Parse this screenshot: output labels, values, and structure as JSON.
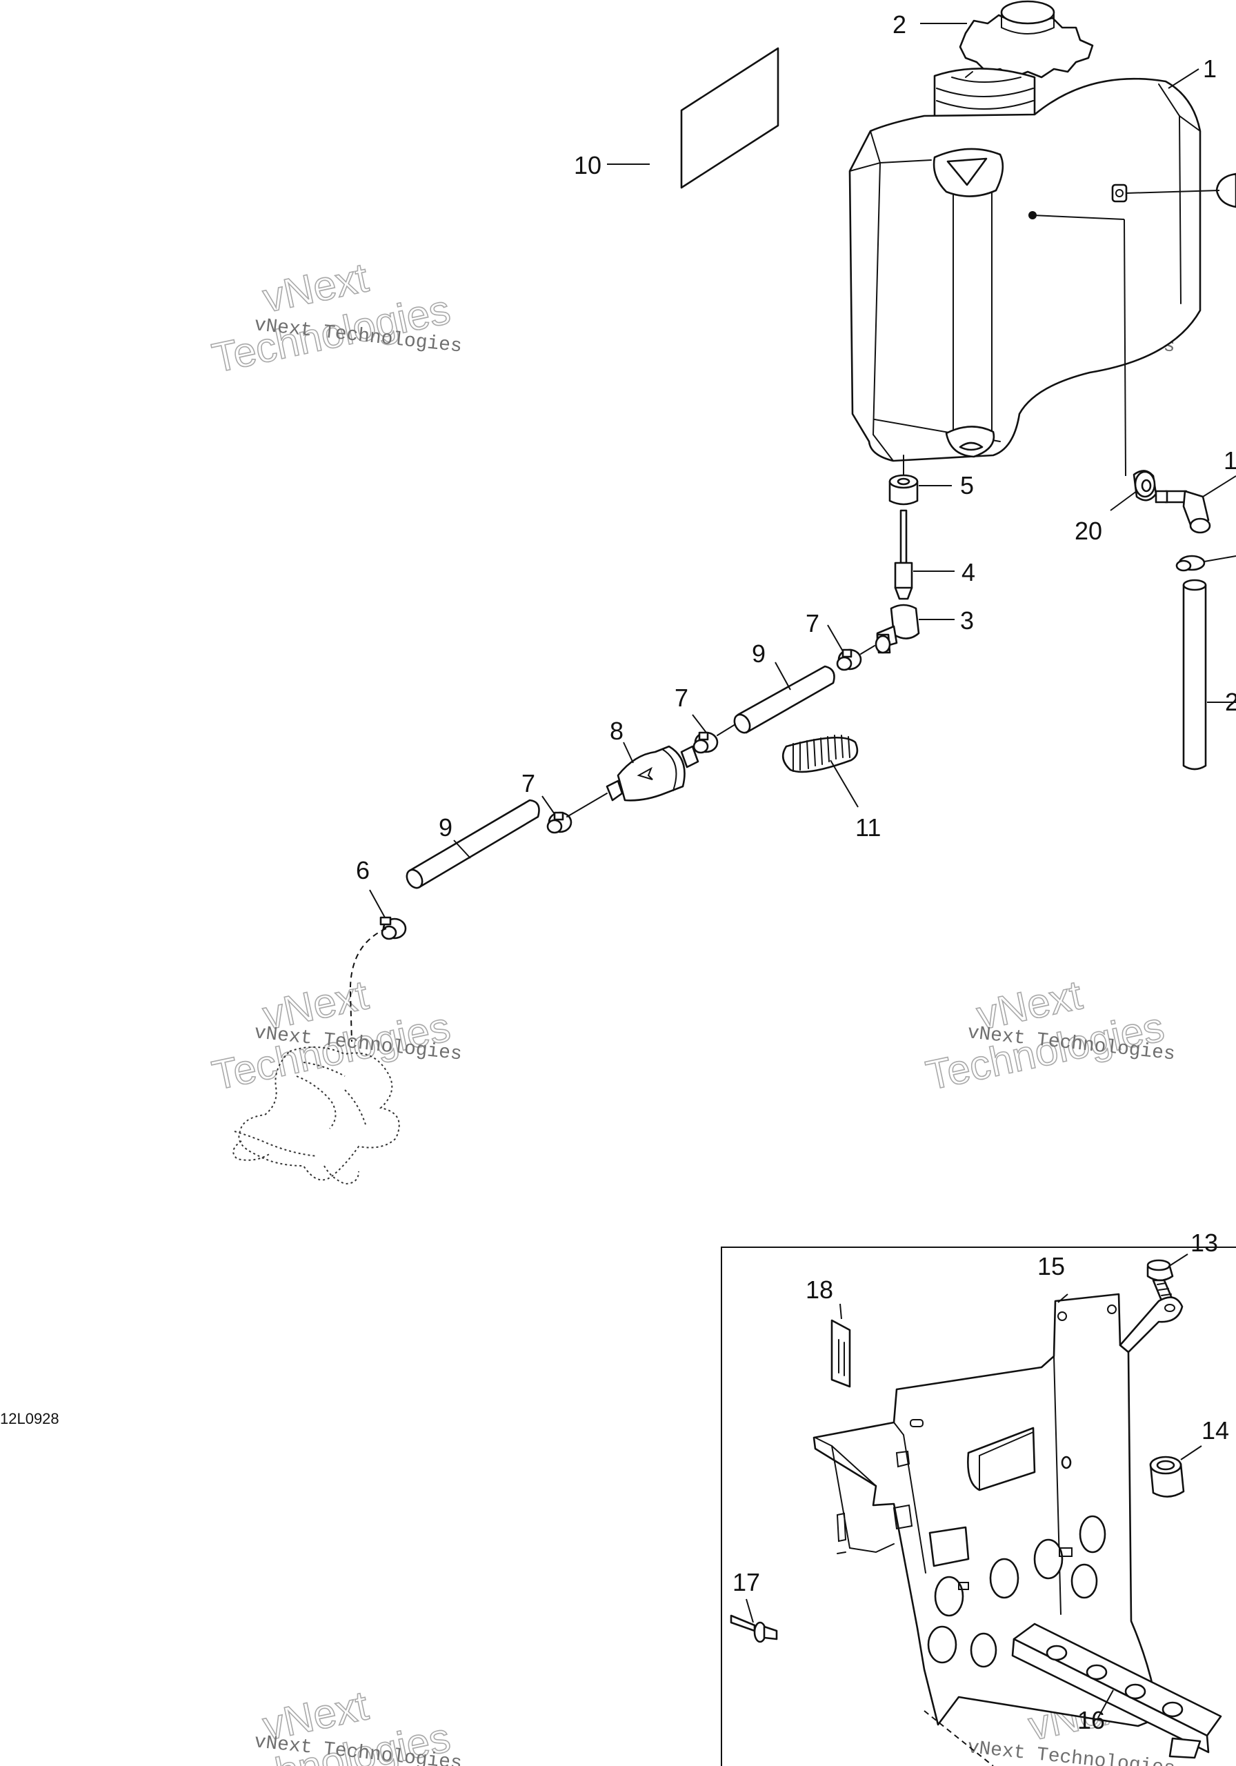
{
  "figure_code": "12L0928",
  "callouts": {
    "c1": "1",
    "c2": "2",
    "c3": "3",
    "c4": "4",
    "c5": "5",
    "c6": "6",
    "c7a": "7",
    "c7b": "7",
    "c7c": "7",
    "c8": "8",
    "c9a": "9",
    "c9b": "9",
    "c10": "10",
    "c11": "11",
    "c13": "13",
    "c14": "14",
    "c15": "15",
    "c16": "16",
    "c17": "17",
    "c18": "18",
    "c19": "1",
    "c20": "20",
    "c21": "2"
  },
  "watermarks": {
    "line1": "vNext Technologies",
    "line2a": "vNext",
    "line2b": "Technologies"
  },
  "colors": {
    "line": "#111111",
    "watermark_text": "#6f6f6f",
    "watermark_outline": "#a9a9a9"
  }
}
